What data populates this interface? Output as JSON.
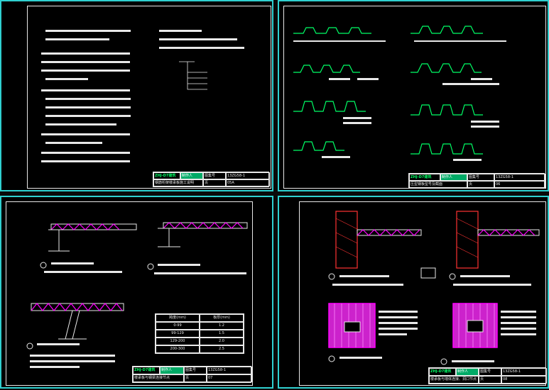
{
  "colors": {
    "frame": "#2fd0d0",
    "line": "#e8e8e8",
    "truss": "#ff00ff",
    "wall": "#ff3333",
    "green": "#00ff66",
    "org_fill": "#00aa66"
  },
  "title_block": {
    "org": "ZHJ-D7建筑",
    "sub": "制作人",
    "field_label": "图集号",
    "page_label": "页"
  },
  "sheet1": {
    "atlas": "13ZG58-1",
    "page": "05A",
    "title_text": "钢筋桁架楼承板施工说明"
  },
  "sheet2": {
    "atlas": "13ZG58-1",
    "page": "06",
    "title_text": "压型钢板型号及截面"
  },
  "sheet3": {
    "atlas": "13ZG58-1",
    "page": "07",
    "title_text": "楼承板与钢梁连接节点",
    "table": {
      "headers": [
        "跨度(mm)",
        "板厚(mm)"
      ],
      "rows": [
        [
          "0-99",
          "1.2"
        ],
        [
          "99-129",
          "1.5"
        ],
        [
          "129-200",
          "2.0"
        ],
        [
          "200-300",
          "2.5"
        ]
      ]
    }
  },
  "sheet4": {
    "atlas": "13ZG58-1",
    "page": "08",
    "title_text": "楼承板与墙体连接、洞口节点"
  },
  "icons": [
    "circle-marker-icon"
  ]
}
